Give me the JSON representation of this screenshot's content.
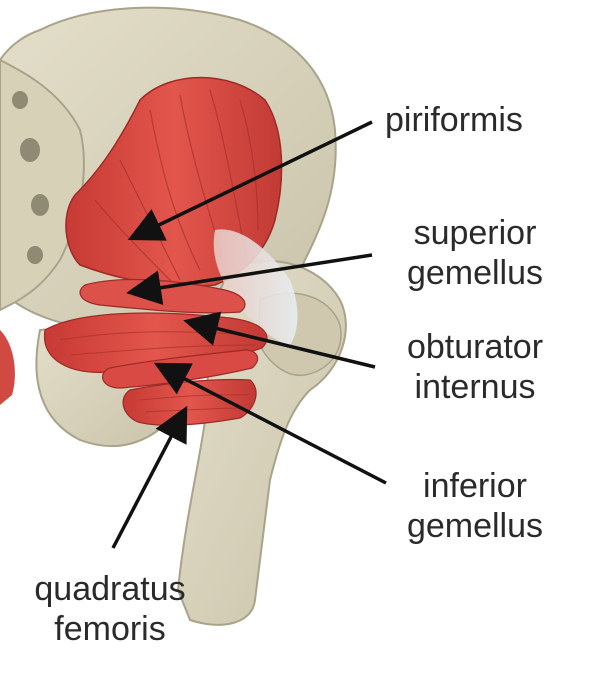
{
  "labels": {
    "piriformis": [
      "piriformis"
    ],
    "superior_gemellus": [
      "superior",
      "gemellus"
    ],
    "obturator_internus": [
      "obturator",
      "internus"
    ],
    "inferior_gemellus": [
      "inferior",
      "gemellus"
    ],
    "quadratus_femoris": [
      "quadratus",
      "femoris"
    ]
  },
  "colors": {
    "bone": "#d9d4be",
    "bone_shadow": "#b9b39b",
    "muscle": "#d9463f",
    "muscle_dark": "#b02e2b",
    "muscle_light": "#ec7a6f",
    "tendon": "#dfe6ea",
    "arrow": "#111111"
  }
}
